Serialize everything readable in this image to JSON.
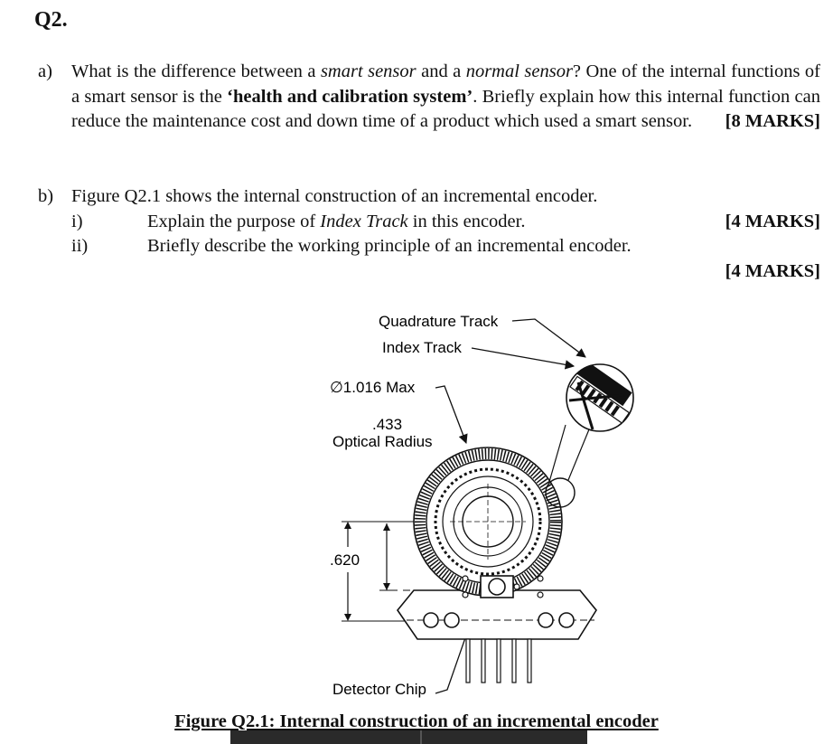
{
  "question": {
    "number": "Q2.",
    "part_a": {
      "label": "a)",
      "text_1": "What is the difference between a ",
      "em_1": "smart sensor",
      "text_2": " and a ",
      "em_2": "normal sensor",
      "text_3": "? One of the internal functions of a smart sensor is the ",
      "bold_1": "‘health and calibration system’",
      "text_4": ". Briefly explain how this internal function can reduce the maintenance cost and down time of a product which used a smart sensor.",
      "marks": "[8 MARKS]"
    },
    "part_b": {
      "label": "b)",
      "intro": "Figure Q2.1 shows the internal construction of an incremental encoder.",
      "items": [
        {
          "num": "i)",
          "text_pre": "Explain the purpose of ",
          "text_em": "Index Track",
          "text_post": " in this encoder.",
          "marks": "[4 MARKS]"
        },
        {
          "num": "ii)",
          "text": "Briefly describe the working principle of an incremental encoder.",
          "marks": "[4 MARKS]"
        }
      ]
    }
  },
  "figure": {
    "labels": {
      "quadrature_track": "Quadrature Track",
      "index_track": "Index Track",
      "diameter": "∅1.016 Max",
      "optical_radius_value": ".433",
      "optical_radius_label": "Optical Radius",
      "height_dim": ".620",
      "detector_chip": "Detector Chip"
    },
    "caption": "Figure Q2.1: Internal construction of an incremental encoder"
  }
}
